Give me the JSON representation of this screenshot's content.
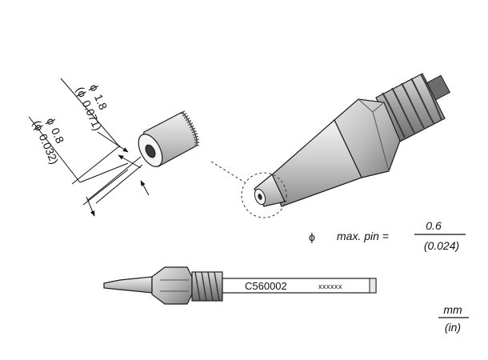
{
  "dimensions": {
    "outer_mm": "1.8",
    "outer_in": "0.071",
    "inner_mm": "0.8",
    "inner_in": "0.032",
    "diameter_symbol": "ϕ",
    "open_paren": "(",
    "close_paren": ")"
  },
  "max_pin": {
    "label": "max. pin =",
    "mm": "0.6",
    "in": "(0.024)"
  },
  "nozzle_label": {
    "part_number": "C560002",
    "lot": "xxxxxx"
  },
  "units": {
    "top": "mm",
    "bottom": "(in)"
  },
  "colors": {
    "stroke": "#1a1a1a",
    "metal_light": "#e6e6e6",
    "metal_mid": "#b9b9b9",
    "metal_dark": "#7d7d7d"
  }
}
